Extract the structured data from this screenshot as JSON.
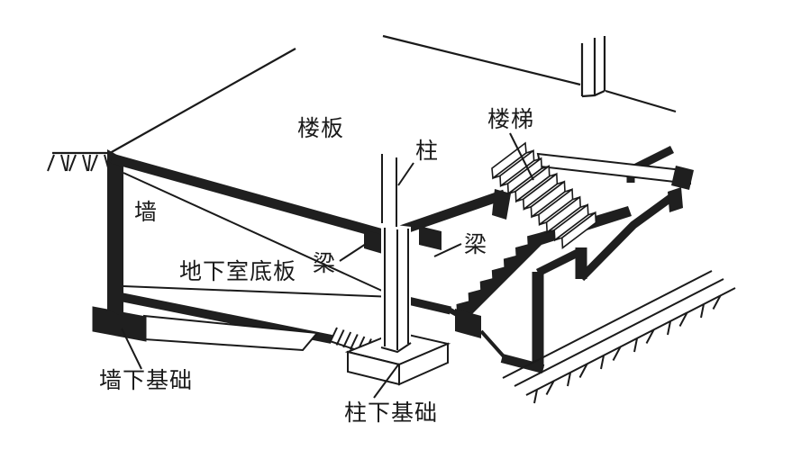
{
  "diagram": {
    "type": "isometric cutaway building construction diagram",
    "background_color": "#ffffff",
    "line_color": "#1a1a1a",
    "labels": {
      "floor_slab": "楼板",
      "column": "柱",
      "stairs": "楼梯",
      "wall": "墙",
      "beam_left": "梁",
      "beam_right": "梁",
      "basement_slab": "地下室底板",
      "wall_footing": "墙下基础",
      "column_footing": "柱下基础"
    }
  }
}
